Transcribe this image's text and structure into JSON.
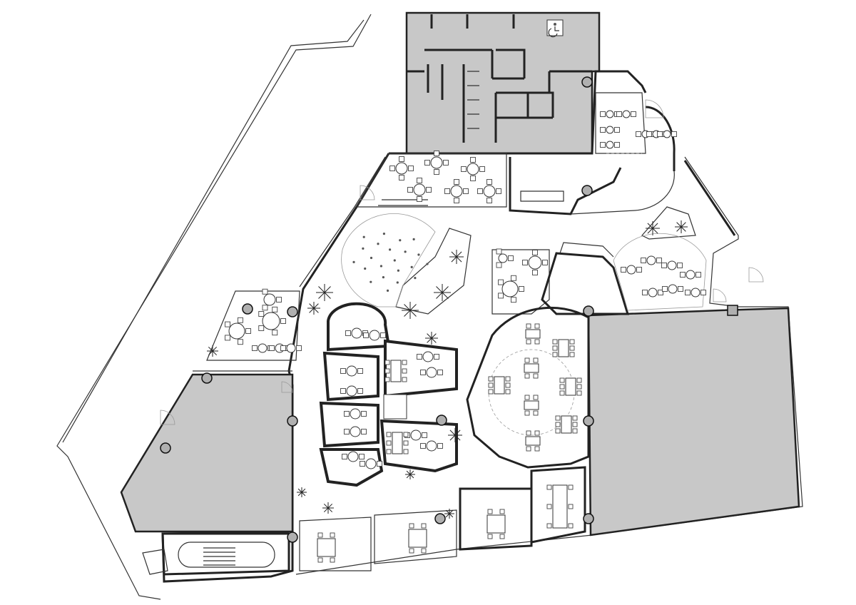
{
  "drawing": {
    "type": "architectural floor plan",
    "style": "line drawing",
    "colors": {
      "background": "#ffffff",
      "line": "#222222",
      "service_zone": "#c8c8c8",
      "column": "#b0b0b0"
    },
    "symbols": [
      "structural-column",
      "round-table",
      "rectangular-table",
      "chair",
      "planter",
      "stair",
      "door-swing",
      "accessible-wc-icon"
    ]
  }
}
